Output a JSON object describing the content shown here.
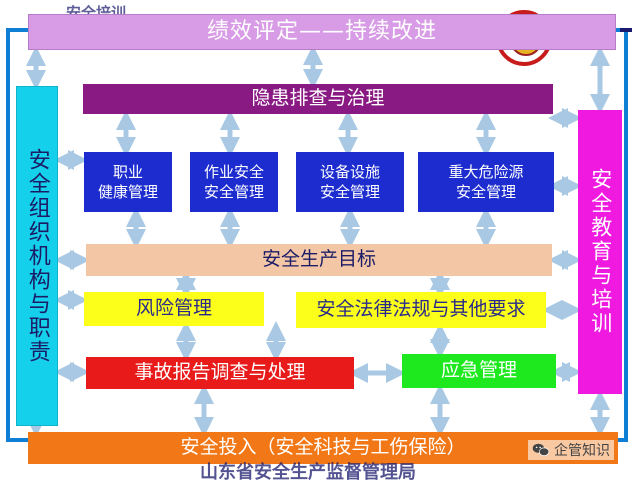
{
  "title": "绩效评定——持续改进",
  "hazard": "隐患排查与治理",
  "left_side": "安全组织机构与职责",
  "right_side": "安全教育与培训",
  "management": [
    {
      "line1": "职业",
      "line2": "健康管理"
    },
    {
      "line1": "作业安全",
      "line2": "安全管理"
    },
    {
      "line1": "设备设施",
      "line2": "安全管理"
    },
    {
      "line1": "重大危险源",
      "line2": "安全管理"
    }
  ],
  "goal": "安全生产目标",
  "risk": "风险管理",
  "law": "安全法律法规与其他要求",
  "accident": "事故报告调查与处理",
  "emergency": "应急管理",
  "bottom": "安全投入（安全科技与工伤保险）",
  "watermark_top": "安全培训",
  "watermark_bottom": "山东省安全生产监督管理局",
  "brand": "企管知识",
  "colors": {
    "title": "#d89be6",
    "hazard": "#8a1a83",
    "left": "#15d0ea",
    "right": "#f019e0",
    "management": "#1d2ccf",
    "goal": "#f3c7a6",
    "yellow": "#fbff1a",
    "accident": "#e81a1a",
    "emergency": "#1ee81e",
    "bottom": "#f27817",
    "arrow": "#a8c8e4"
  }
}
